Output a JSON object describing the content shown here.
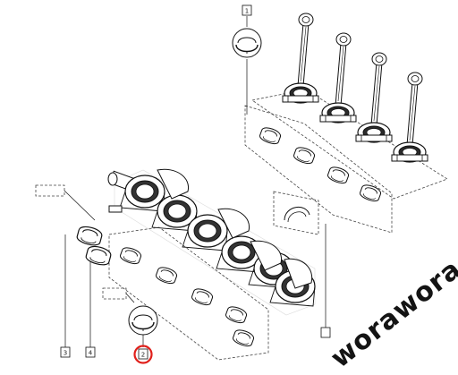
{
  "diagram": {
    "callouts": {
      "top": "1",
      "left_a": "3",
      "left_b": "4",
      "highlighted": "2"
    },
    "watermark": "worawora",
    "colors": {
      "line": "#111111",
      "dashed": "#444444",
      "highlight": "#e0201b",
      "watermark": "#141414"
    }
  }
}
